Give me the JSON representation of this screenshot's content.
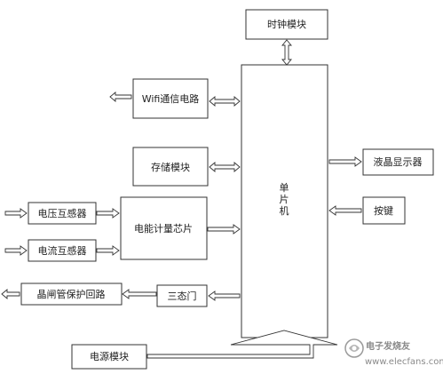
{
  "blocks": {
    "clock": "时钟模块",
    "mcu": [
      "单",
      "片",
      "机"
    ],
    "wifi": "Wifi通信电路",
    "storage": "存储模块",
    "lcd": "液晶显示器",
    "key": "按键",
    "energy_chip": "电能计量芯片",
    "voltage_transformer": "电压互感器",
    "current_transformer": "电流互感器",
    "thyristor_protect": "晶闸管保护回路",
    "tristate_gate": "三态门",
    "power_module": "电源模块"
  },
  "watermark": {
    "name": "电子发烧友",
    "url": "www.elecfans.com"
  }
}
